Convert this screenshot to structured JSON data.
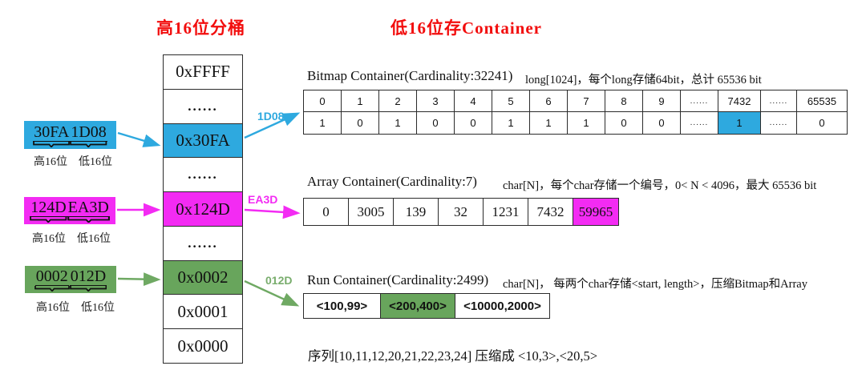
{
  "titles": {
    "left": "高16位分桶",
    "right": "低16位存Container"
  },
  "colors": {
    "blue": "#2EA9DF",
    "magenta": "#F32BF3",
    "green": "#68A55C",
    "red": "#F20D0D"
  },
  "keys": [
    {
      "value": "30FA1D08",
      "high": "30FA",
      "low": "1D08",
      "high_label": "高16位",
      "low_label": "低16位",
      "color": "blue"
    },
    {
      "value": "124DEA3D",
      "high": "124D",
      "low": "EA3D",
      "high_label": "高16位",
      "low_label": "低16位",
      "color": "magenta"
    },
    {
      "value": "0002012D",
      "high": "0002",
      "low": "012D",
      "high_label": "高16位",
      "low_label": "低16位",
      "color": "green"
    }
  ],
  "buckets": [
    {
      "label": "0xFFFF",
      "highlight": null
    },
    {
      "label": "......",
      "highlight": null
    },
    {
      "label": "0x30FA",
      "highlight": "blue"
    },
    {
      "label": "......",
      "highlight": null
    },
    {
      "label": "0x124D",
      "highlight": "magenta"
    },
    {
      "label": "......",
      "highlight": null
    },
    {
      "label": "0x0002",
      "highlight": "green"
    },
    {
      "label": "0x0001",
      "highlight": null
    },
    {
      "label": "0x0000",
      "highlight": null
    }
  ],
  "arrow_labels": [
    {
      "text": "1D08",
      "color": "blue"
    },
    {
      "text": "EA3D",
      "color": "magenta"
    },
    {
      "text": "012D",
      "color": "green"
    }
  ],
  "bitmap": {
    "title": "Bitmap Container(Cardinality:32241)",
    "desc": "long[1024]，每个long存储64bit，总计 65536 bit",
    "index_row": [
      "0",
      "1",
      "2",
      "3",
      "4",
      "5",
      "6",
      "7",
      "8",
      "9",
      "......",
      "7432",
      "......",
      "65535"
    ],
    "value_row": [
      "1",
      "0",
      "1",
      "0",
      "0",
      "1",
      "1",
      "1",
      "0",
      "0",
      "......",
      "1",
      "......",
      "0"
    ],
    "highlight_col": 11
  },
  "array": {
    "title": "Array Container(Cardinality:7)",
    "desc": "char[N]，每个char存储一个编号，0< N < 4096，最大 65536 bit",
    "cells": [
      "0",
      "3005",
      "139",
      "32",
      "1231",
      "7432",
      "59965"
    ],
    "highlight_col": 6
  },
  "run": {
    "title": "Run Container(Cardinality:2499)",
    "desc": "char[N]， 每两个char存储<start, length>，压缩Bitmap和Array",
    "cells": [
      "<100,99>",
      "<200,400>",
      "<10000,2000>"
    ],
    "highlight_col": 1
  },
  "footnote": "序列[10,11,12,20,21,22,23,24]  压缩成 <10,3>,<20,5>"
}
